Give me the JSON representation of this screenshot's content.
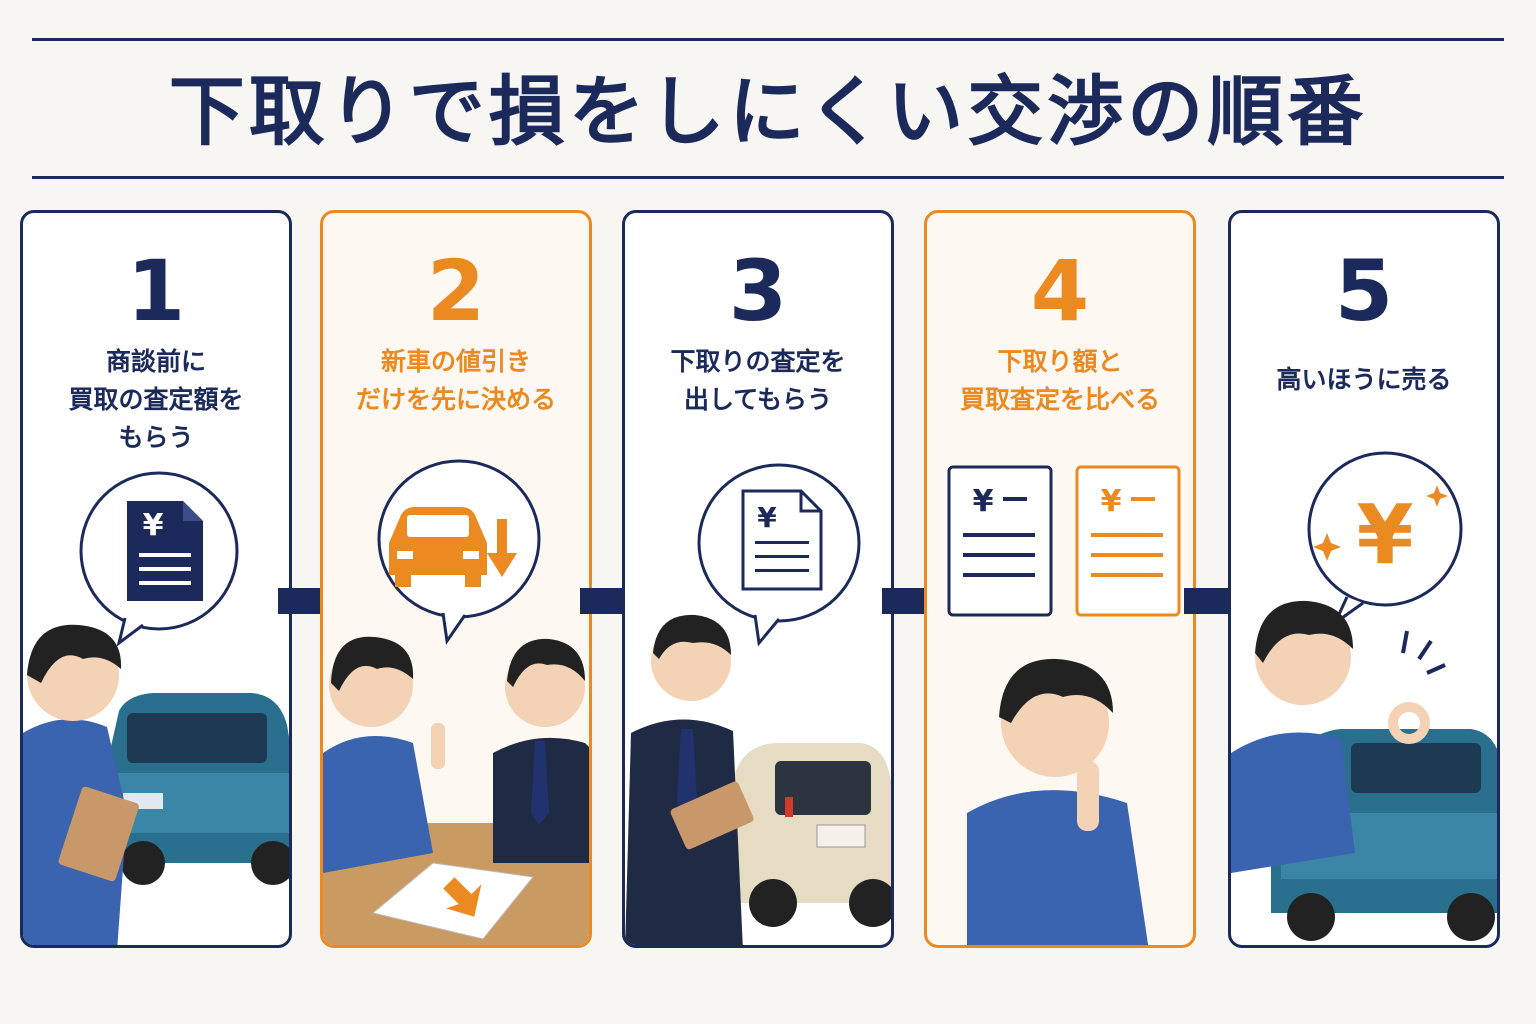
{
  "title": "下取りで損をしにくい交渉の順番",
  "colors": {
    "navy": "#1b2a5a",
    "orange": "#ec8a22",
    "background": "#f7f6f3"
  },
  "steps": [
    {
      "number": "1",
      "text": "商談前に\n買取の査定額を\nもらう",
      "accent": "navy",
      "icon": "yen-document-icon"
    },
    {
      "number": "2",
      "text": "新車の値引き\nだけを先に決める",
      "accent": "orange",
      "icon": "car-price-down-icon"
    },
    {
      "number": "3",
      "text": "下取りの査定を\n出してもらう",
      "accent": "navy",
      "icon": "yen-document-outline-icon"
    },
    {
      "number": "4",
      "text": "下取り額と\n買取査定を比べる",
      "accent": "orange",
      "icon": "compare-documents-icon"
    },
    {
      "number": "5",
      "text": "高いほうに売る",
      "accent": "navy",
      "icon": "yen-sparkle-icon"
    }
  ],
  "icons": {
    "yen": "¥",
    "arrow": "right-arrow-icon"
  }
}
